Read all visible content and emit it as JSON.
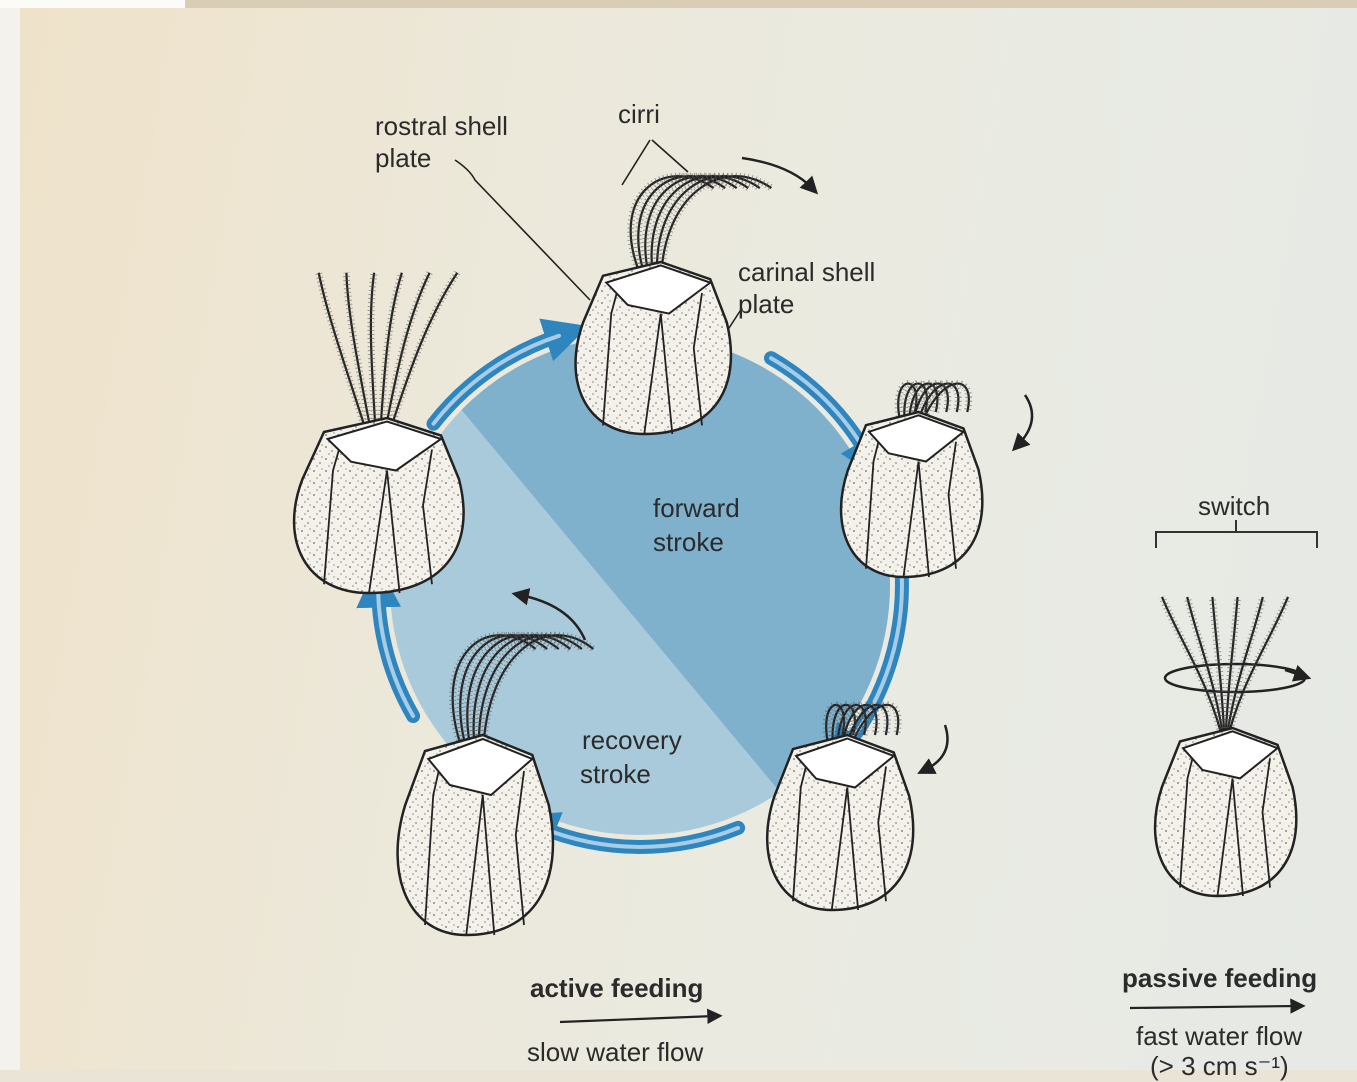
{
  "labels": {
    "rostral_1": "rostral shell",
    "rostral_2": "plate",
    "cirri": "cirri",
    "carinal_1": "carinal shell",
    "carinal_2": "plate",
    "forward_1": "forward",
    "forward_2": "stroke",
    "recovery_1": "recovery",
    "recovery_2": "stroke",
    "switch": "switch"
  },
  "active": {
    "title": "active feeding",
    "flow": "slow water flow"
  },
  "passive": {
    "title": "passive feeding",
    "flow": "fast water flow",
    "flow_rate": "(> 3 cm s⁻¹)"
  },
  "colors": {
    "cycle_dark": "#7fb0cc",
    "cycle_light": "#a9cadb",
    "arrow": "#2f86bf",
    "ink": "#222222"
  }
}
